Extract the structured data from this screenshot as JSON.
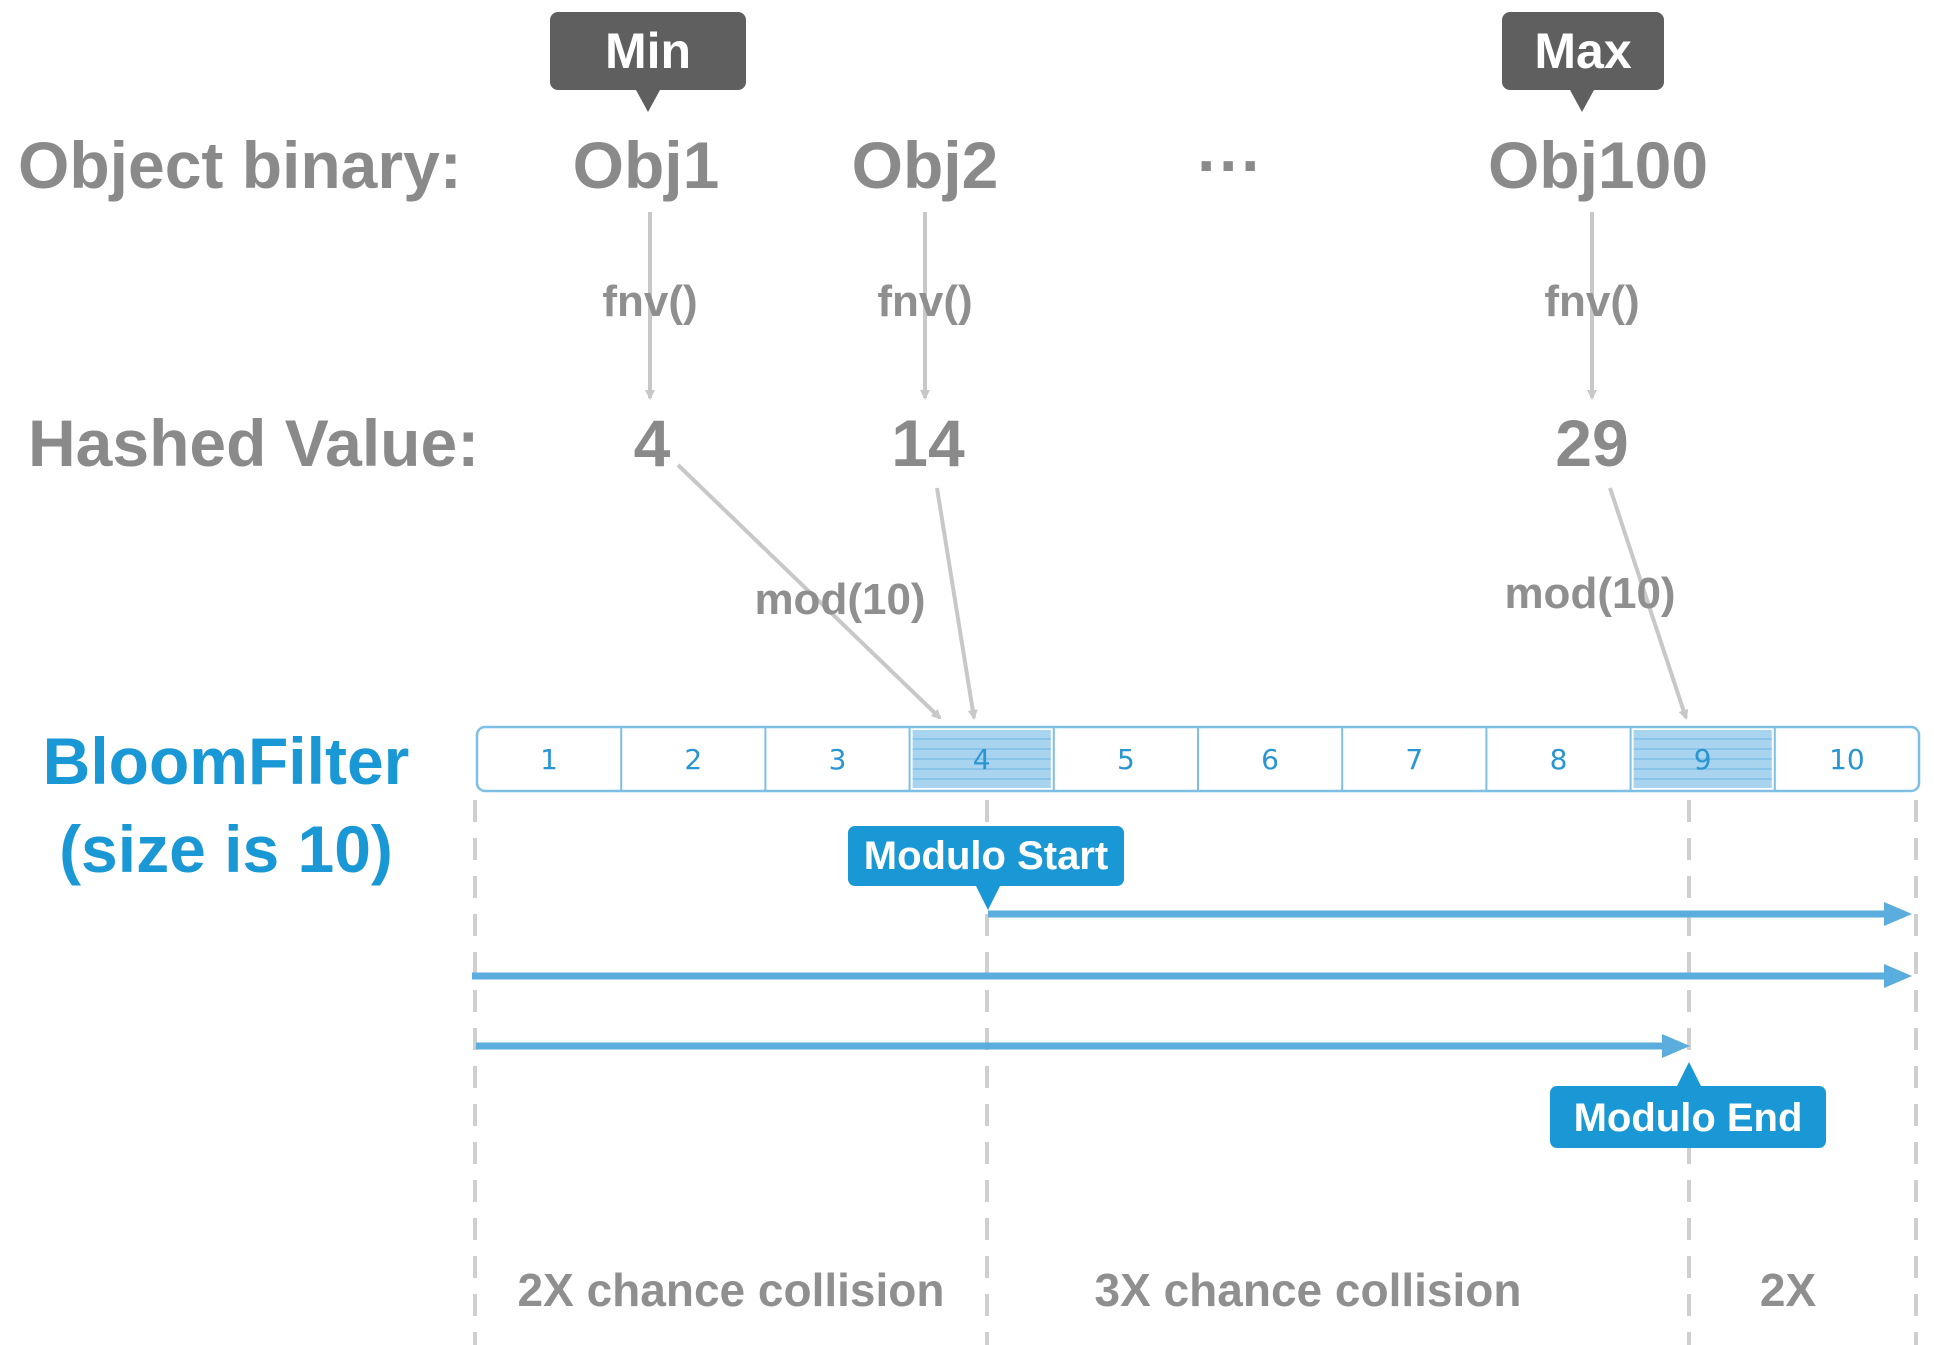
{
  "labels": {
    "object_binary": "Object binary:",
    "hashed_value": "Hashed Value:",
    "ellipsis": "···",
    "bloom_title": "BloomFilter",
    "bloom_size": "(size is 10)"
  },
  "tags": {
    "min": "Min",
    "max": "Max",
    "modulo_start": "Modulo Start",
    "modulo_end": "Modulo End"
  },
  "objects": [
    {
      "name": "Obj1",
      "hash_fn": "fnv()",
      "hashed": "4"
    },
    {
      "name": "Obj2",
      "hash_fn": "fnv()",
      "hashed": "14"
    },
    {
      "name": "Obj100",
      "hash_fn": "fnv()",
      "hashed": "29"
    }
  ],
  "mod_labels": [
    "mod(10)",
    "mod(10)"
  ],
  "cells": [
    "1",
    "2",
    "3",
    "4",
    "5",
    "6",
    "7",
    "8",
    "9",
    "10"
  ],
  "highlighted_cells": [
    "4",
    "9"
  ],
  "zones": [
    "2X chance collision",
    "3X chance collision",
    "2X"
  ],
  "colors": {
    "gray_text": "#8a8a8a",
    "dark_tag": "#5f5f5f",
    "blue": "#1a98d5",
    "cell_border": "#7fbfe6",
    "cell_highlight": "#a9d4f0",
    "arrow_gray": "#c8c8c8"
  }
}
